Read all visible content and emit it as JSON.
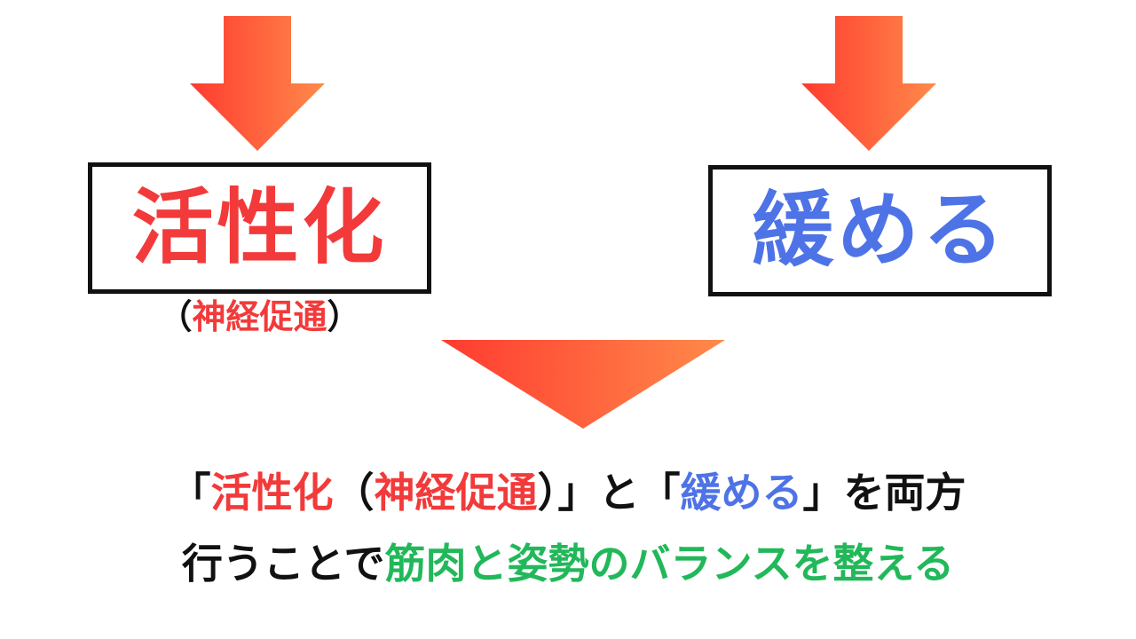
{
  "colors": {
    "red": "#f23a3a",
    "blue": "#4e73e6",
    "green": "#22b85a",
    "black": "#111111",
    "arrow_gradient_start": "#ff3b30",
    "arrow_gradient_end": "#ff8a4a"
  },
  "left_box": {
    "label": "活性化",
    "sub_open": "（",
    "sub_text": "神経促通",
    "sub_close": "）"
  },
  "right_box": {
    "label": "緩める"
  },
  "summary": {
    "line1": [
      {
        "text": "「",
        "color": "black"
      },
      {
        "text": "活性化",
        "color": "red"
      },
      {
        "text": "（",
        "color": "black"
      },
      {
        "text": "神経促通",
        "color": "red"
      },
      {
        "text": "）」と「",
        "color": "black"
      },
      {
        "text": "緩める",
        "color": "blue"
      },
      {
        "text": "」を両方",
        "color": "black"
      }
    ],
    "line2": [
      {
        "text": "行うことで",
        "color": "black"
      },
      {
        "text": "筋肉と姿勢のバランスを整える",
        "color": "green"
      }
    ]
  }
}
